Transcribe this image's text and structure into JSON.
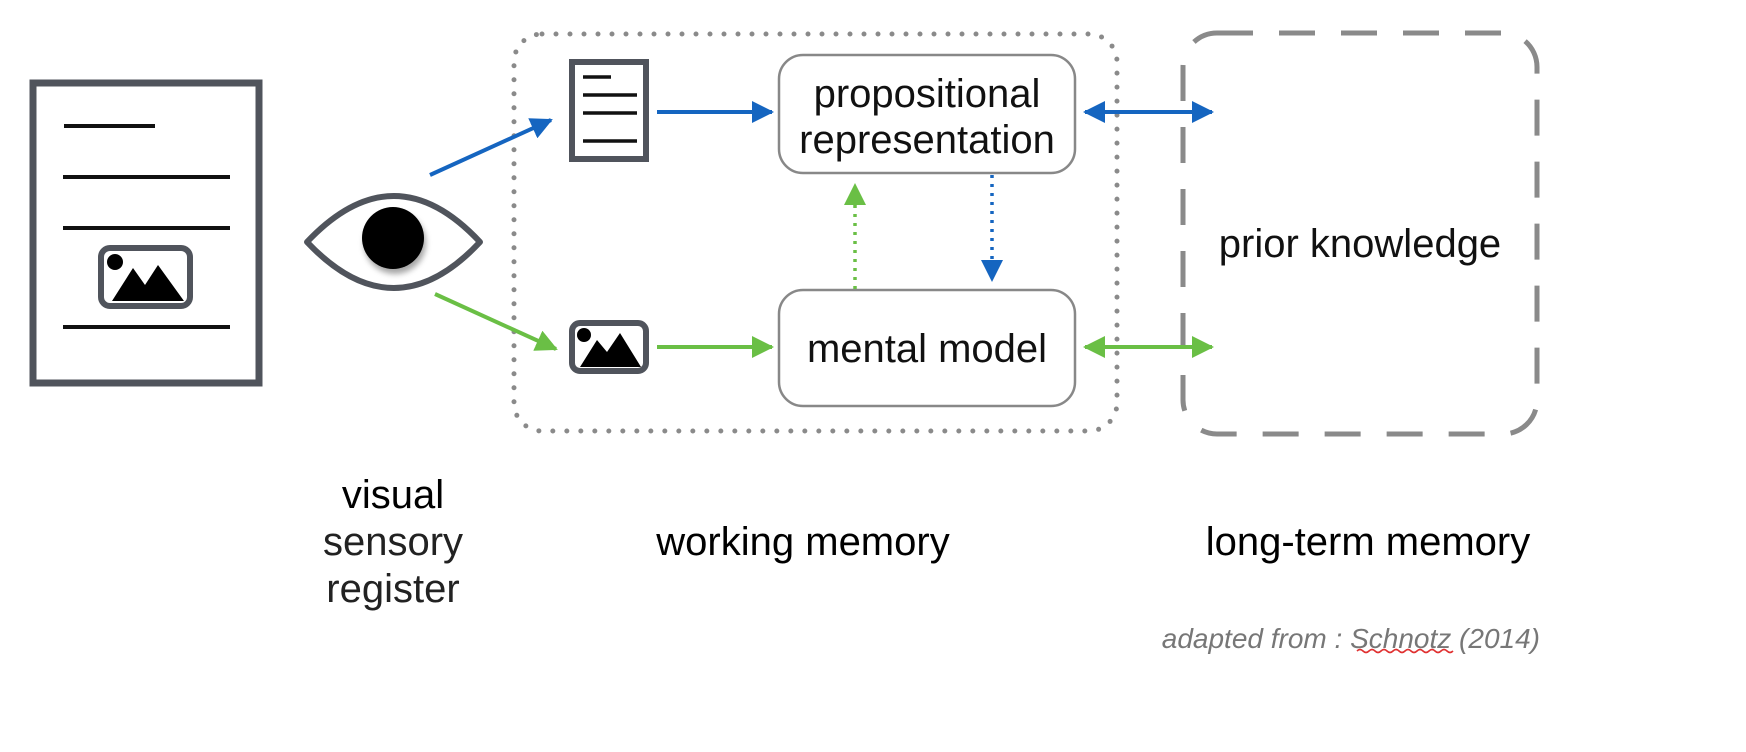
{
  "nodes": {
    "propositional_line1": "propositional",
    "propositional_line2": "representation",
    "mental_model": "mental model",
    "prior_knowledge": "prior knowledge"
  },
  "captions": {
    "visual": "visual",
    "sensory": "sensory",
    "register": "register",
    "working_memory": "working memory",
    "long_term_memory": "long-term memory"
  },
  "credit": {
    "prefix": "adapted from : ",
    "author": "Schnotz",
    "year": " (2014)"
  },
  "icons": {
    "document": "document-icon",
    "eye": "eye-icon",
    "text": "text-document-icon",
    "picture": "picture-icon"
  },
  "colors": {
    "verbal_path": "#1565c0",
    "pictorial_path": "#6abf45",
    "icon_stroke": "#50545c",
    "box_stroke": "#888888",
    "memory_border": "#8a8a8a",
    "spellcheck_underline": "#e03030"
  }
}
